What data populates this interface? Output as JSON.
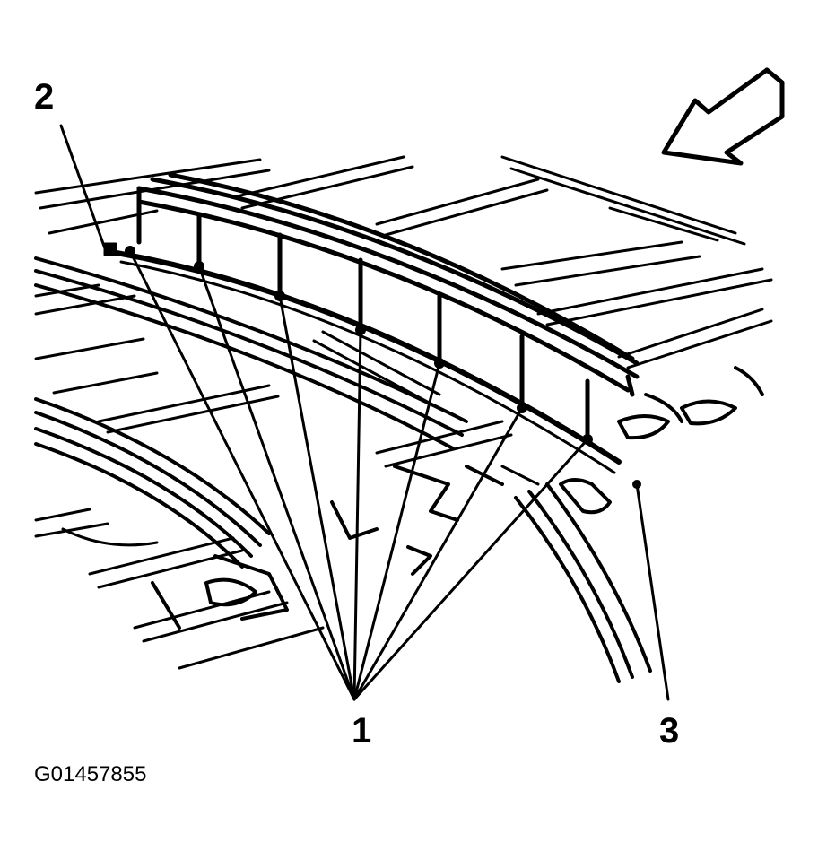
{
  "figure_id": "G01457855",
  "callouts": [
    {
      "id": "1",
      "label": "1",
      "target": "retainer-clips"
    },
    {
      "id": "2",
      "label": "2",
      "target": "front-end-of-molding"
    },
    {
      "id": "3",
      "label": "3",
      "target": "rear-end-of-molding"
    }
  ],
  "colors": {
    "line": "#000000",
    "background": "#ffffff"
  },
  "icons": {
    "direction_arrow": "arrow-pointing-front-icon"
  }
}
